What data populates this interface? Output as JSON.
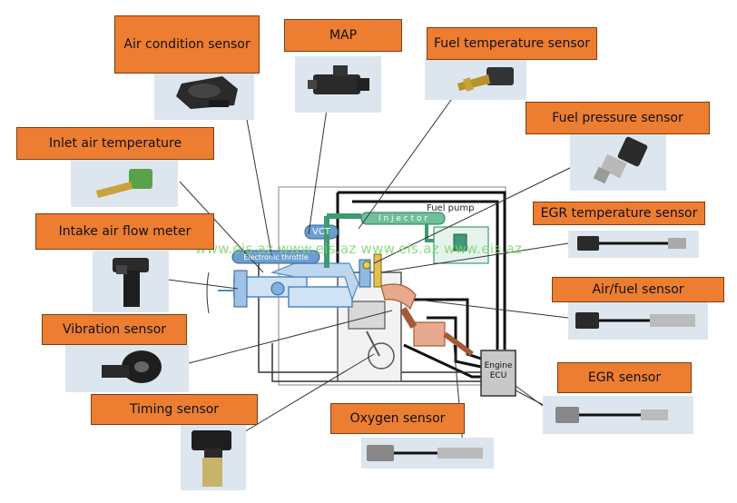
{
  "labels": {
    "air_condition": "Air condition sensor",
    "map": "MAP",
    "fuel_temperature": "Fuel temperature sensor",
    "fuel_pressure": "Fuel pressure sensor",
    "inlet_air_temperature": "Inlet air temperature",
    "intake_air_flow": "Intake air flow meter",
    "egr_temperature": "EGR temperature sensor",
    "air_fuel": "Air/fuel sensor",
    "vibration": "Vibration sensor",
    "egr": "EGR sensor",
    "timing": "Timing sensor",
    "oxygen": "Oxygen sensor"
  },
  "diagram": {
    "vct": "VCT",
    "electronic_throttle": "Electronic throttle",
    "injector": "I n j e c t o r",
    "fuel_pump": "Fuel pump",
    "ecu_line1": "Engine",
    "ecu_line2": "ECU"
  },
  "watermark": "www.eis.az  www.eis.az  www.eis.az  www.eis.az",
  "colors": {
    "label_fill": "#ed7d31",
    "label_border": "#7a3f10",
    "thumb_bg": "#dde6ee",
    "intake_blue": "#4f88c6",
    "fuel_green": "#3d9a72",
    "watermark_green": "#7bd66a"
  }
}
